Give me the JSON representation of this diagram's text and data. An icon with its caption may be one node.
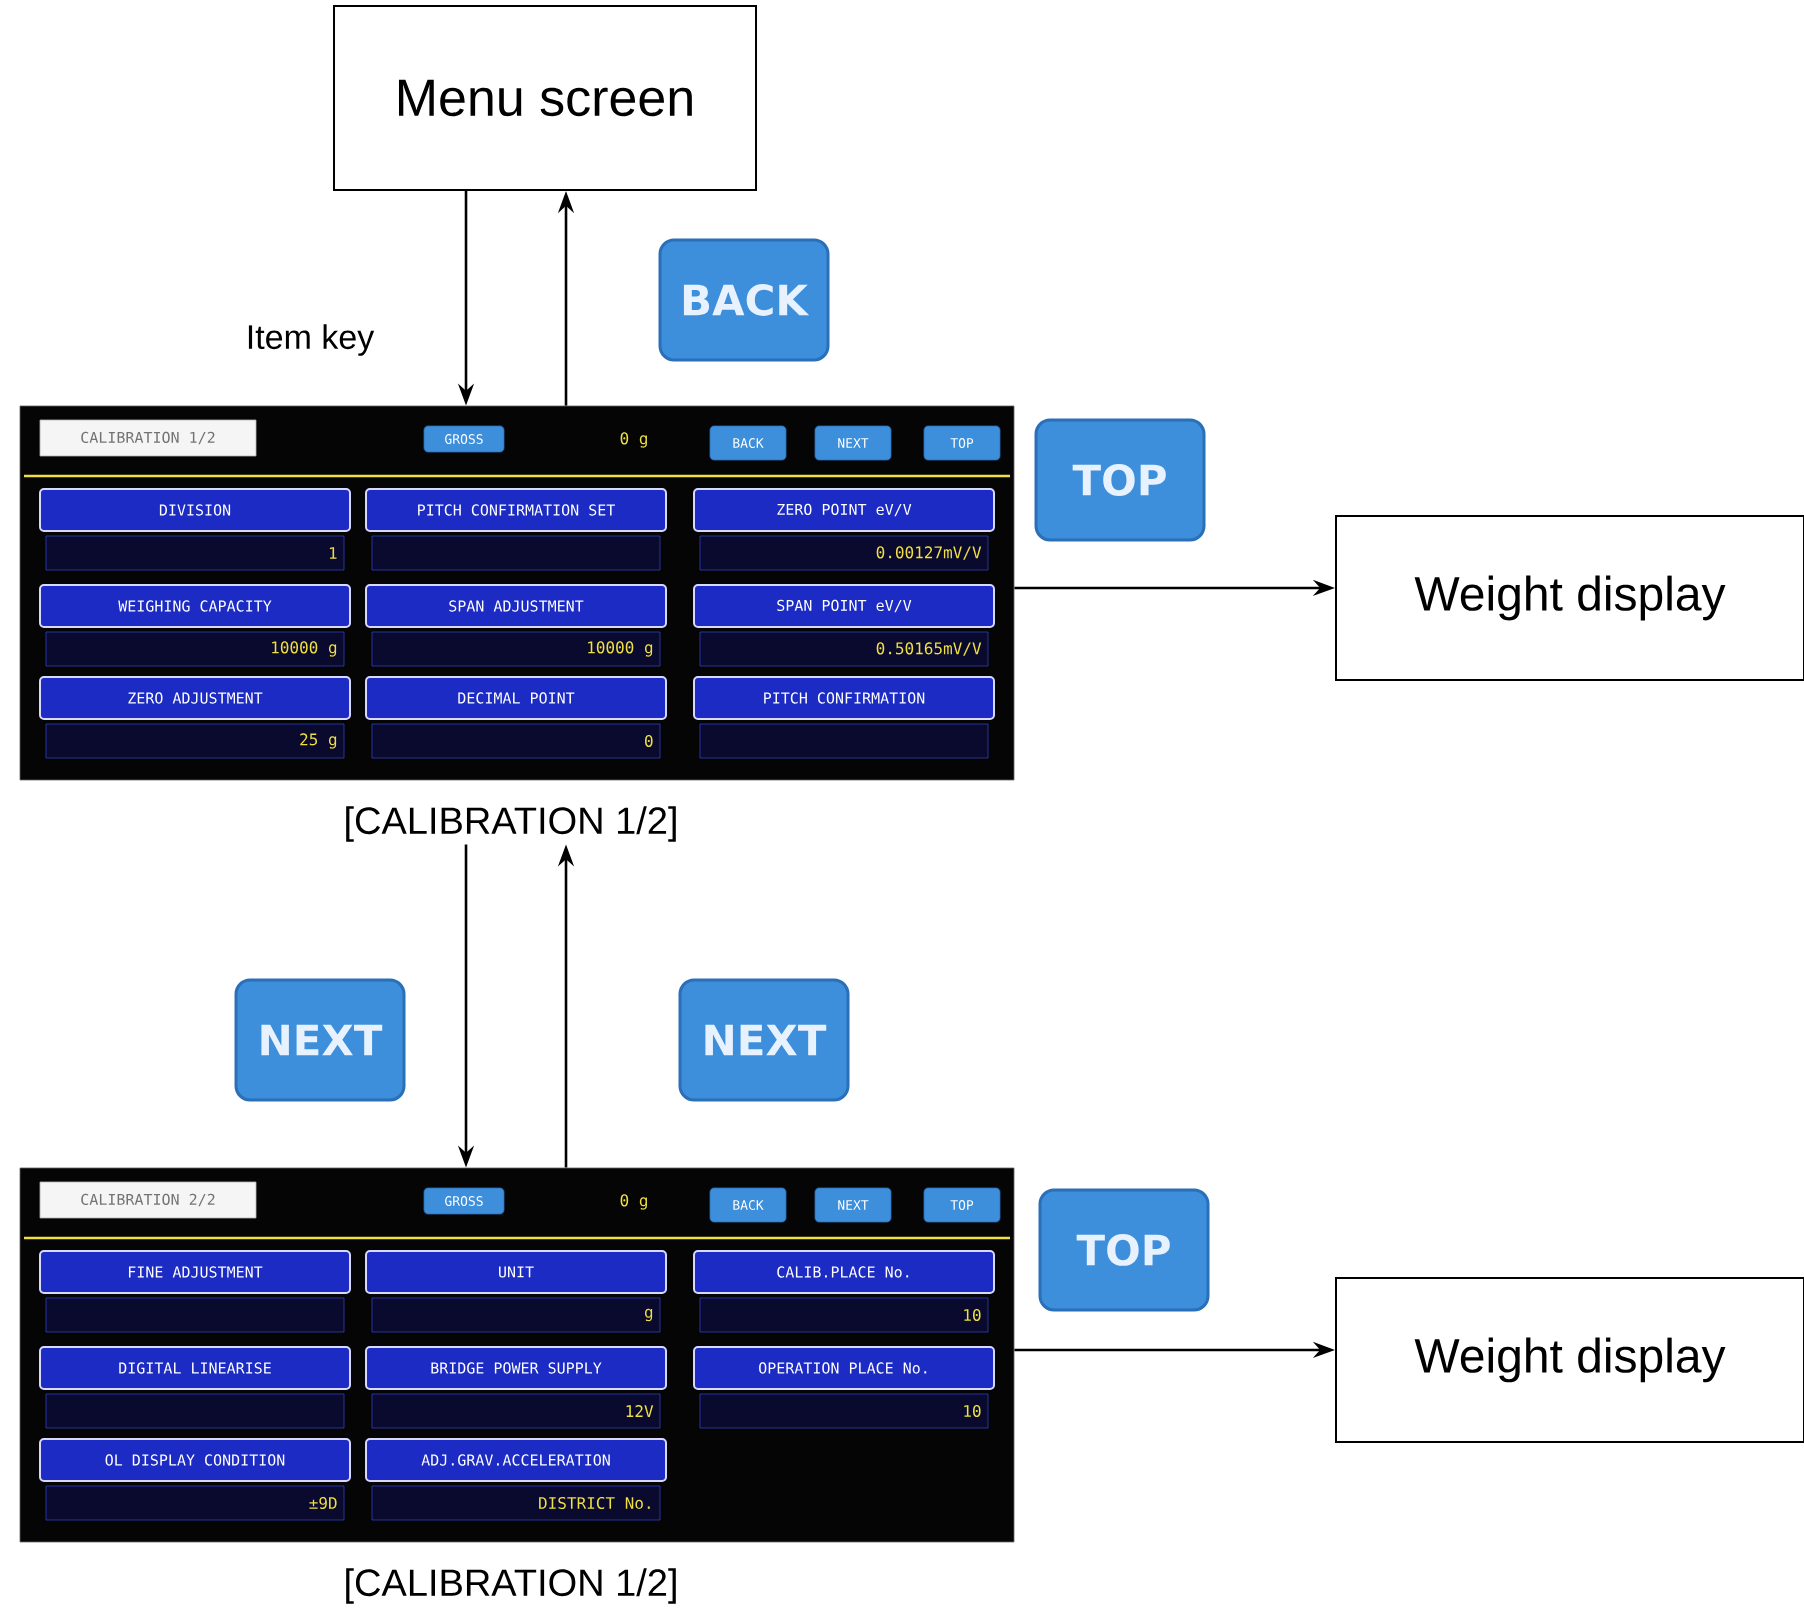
{
  "diagram": {
    "nodes": [
      {
        "text": [
          "Menu screen"
        ]
      },
      {
        "text": [],
        "shape": "box",
        "beside": [
          "[CALIBRATION 1/2]"
        ]
      },
      {
        "text": [
          "CALIBRATION 1/2"
        ],
        "in": 1
      },
      {
        "text": [
          "GROSS"
        ],
        "in": 1
      },
      {
        "text": [
          "BACK"
        ],
        "in": 1
      },
      {
        "text": [
          "NEXT"
        ],
        "in": 1
      },
      {
        "text": [
          "TOP"
        ],
        "in": 1
      },
      {
        "text": [
          "DIVISION",
          "1"
        ],
        "in": 1
      },
      {
        "text": [
          "PITCH CONFIRMATION SET"
        ],
        "in": 1
      },
      {
        "text": [
          "ZERO POINT eV/V",
          "0.00127mV/V"
        ],
        "in": 1
      },
      {
        "text": [
          "WEIGHING CAPACITY",
          "10000 g"
        ],
        "in": 1
      },
      {
        "text": [
          "SPAN ADJUSTMENT",
          "10000 g"
        ],
        "in": 1
      },
      {
        "text": [
          "SPAN POINT eV/V",
          "0.50165mV/V"
        ],
        "in": 1
      },
      {
        "text": [
          "ZERO ADJUSTMENT",
          "25 g"
        ],
        "in": 1
      },
      {
        "text": [
          "DECIMAL POINT",
          "0"
        ],
        "in": 1
      },
      {
        "text": [
          "PITCH CONFIRMATION"
        ],
        "in": 1
      },
      {
        "text": [
          "Weight display"
        ]
      },
      {
        "text": [],
        "shape": "box",
        "beside": [
          "[CALIBRATION 1/2]"
        ]
      },
      {
        "text": [
          "CALIBRATION 2/2"
        ],
        "in": 17
      },
      {
        "text": [
          "GROSS"
        ],
        "in": 17
      },
      {
        "text": [
          "BACK"
        ],
        "in": 17
      },
      {
        "text": [
          "NEXT"
        ],
        "in": 17
      },
      {
        "text": [
          "TOP"
        ],
        "in": 17
      },
      {
        "text": [
          "FINE ADJUSTMENT"
        ],
        "in": 17
      },
      {
        "text": [
          "UNIT",
          "g"
        ],
        "in": 17
      },
      {
        "text": [
          "CALIB.PLACE No.",
          "10"
        ],
        "in": 17
      },
      {
        "text": [
          "DIGITAL LINEARISE"
        ],
        "in": 17
      },
      {
        "text": [
          "BRIDGE POWER SUPPLY",
          "12V"
        ],
        "in": 17
      },
      {
        "text": [
          "OPERATION PLACE No.",
          "10"
        ],
        "in": 17
      },
      {
        "text": [
          "OL DISPLAY CONDITION",
          "±9D"
        ],
        "in": 17
      },
      {
        "text": [
          "ADJ.GRAV.ACCELERATION",
          "DISTRICT No."
        ],
        "in": 17
      },
      {
        "text": [
          "Weight display"
        ]
      }
    ],
    "edges": [
      {
        "from": 0,
        "to": 1,
        "arrow": "to",
        "label": "Item key"
      },
      {
        "from": 1,
        "to": 0,
        "arrow": "to",
        "label": "BACK"
      },
      {
        "from": 1,
        "to": 16,
        "arrow": "to",
        "label": "TOP"
      },
      {
        "from": 1,
        "to": 17,
        "arrow": "to",
        "label": "NEXT"
      },
      {
        "from": 17,
        "to": 1,
        "arrow": "to",
        "label": "NEXT"
      },
      {
        "from": 17,
        "to": 31,
        "arrow": "to",
        "label": "TOP"
      }
    ],
    "labels": [
      "0 g",
      "0 g"
    ]
  }
}
